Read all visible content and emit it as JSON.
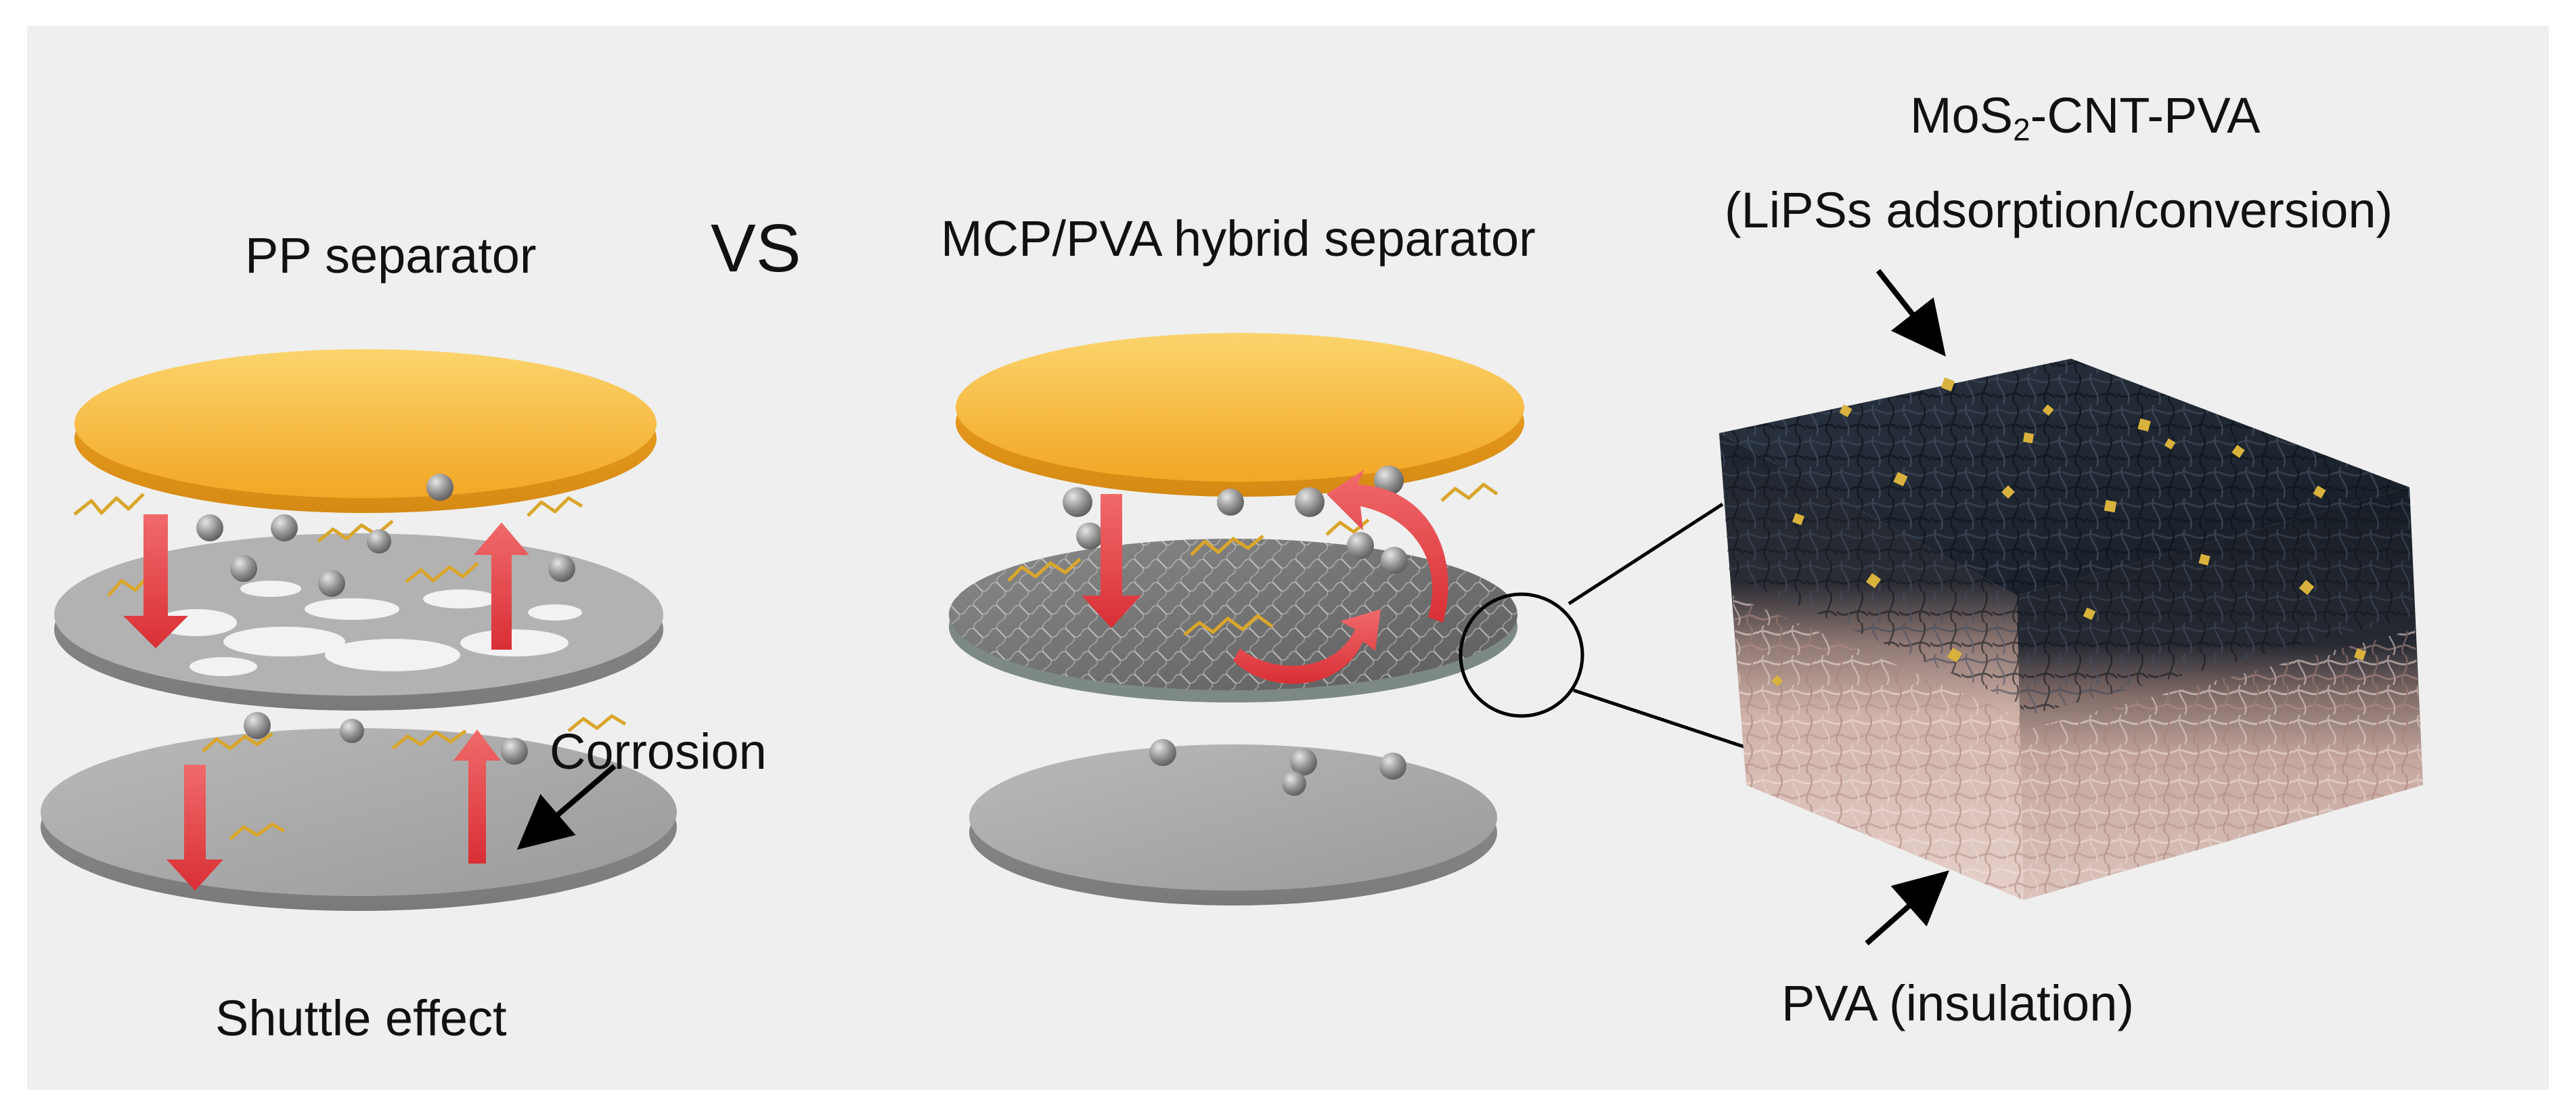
{
  "figure": {
    "left_title": "PP separator",
    "vs_label": "VS",
    "middle_title": "MCP/PVA hybrid separator",
    "corrosion_label": "Corrosion",
    "shuttle_label": "Shuttle effect",
    "top_layer_formula_pre": "MoS",
    "top_layer_formula_sub": "2",
    "top_layer_formula_post": "-CNT-PVA",
    "top_layer_role": "(LiPSs adsorption/conversion)",
    "bottom_layer_label": "PVA (insulation)"
  },
  "colors": {
    "panel_bg": "#f0f0f0",
    "cathode_yellow": "#f7b93a",
    "separator_gray": "#a9a9a9",
    "arrow_red": "#e8454a",
    "cnt_dark": "#1c2430",
    "pva_pink": "#d9bdb5",
    "mos2_gold": "#d6b53a"
  }
}
